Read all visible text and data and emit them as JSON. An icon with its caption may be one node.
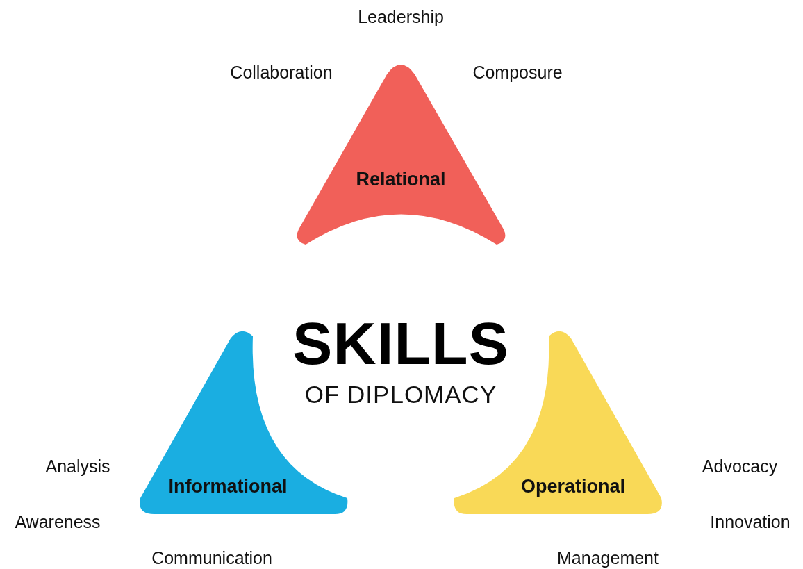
{
  "diagram": {
    "title": "SKILLS",
    "nodes": [
      {
        "text": [
          "Relational"
        ]
      },
      {
        "text": [
          "Informational"
        ]
      },
      {
        "text": [
          "Operational"
        ]
      }
    ],
    "labels": [
      "Leadership",
      "Collaboration",
      "Composure",
      "OF DIPLOMACY",
      "Analysis",
      "Advocacy",
      "Awareness",
      "Innovation",
      "Communication",
      "Management"
    ]
  }
}
